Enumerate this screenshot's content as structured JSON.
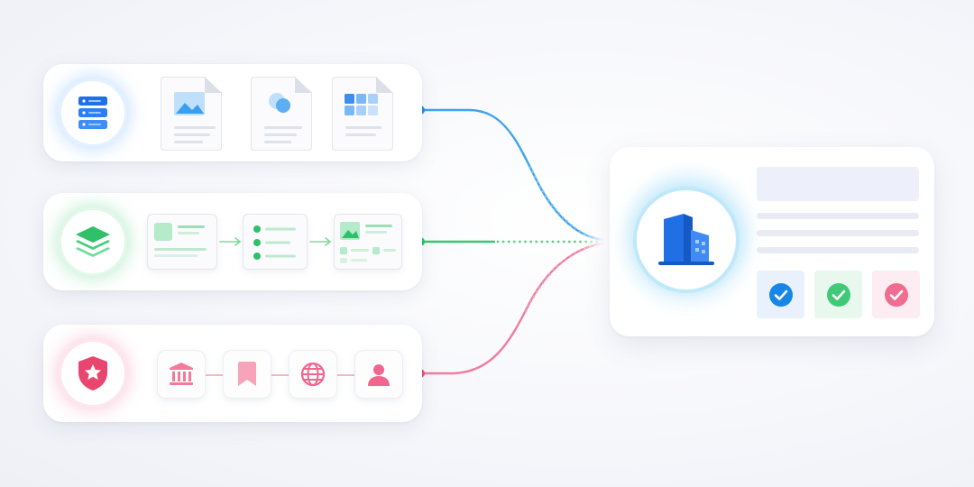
{
  "colors": {
    "blue": "#2b8be0",
    "green": "#27c46a",
    "pink": "#ea4f7a",
    "building": "#1f6fe5"
  },
  "sources": [
    {
      "id": "files",
      "icon": "database-server-icon",
      "items": [
        "image-file-icon",
        "shapes-file-icon",
        "grid-file-icon"
      ]
    },
    {
      "id": "pipeline",
      "icon": "stacked-layers-icon",
      "items": [
        "image-card-icon",
        "list-card-icon",
        "media-card-icon"
      ]
    },
    {
      "id": "identity",
      "icon": "shield-star-icon",
      "items": [
        "bank-icon",
        "bookmark-icon",
        "globe-icon",
        "user-icon"
      ]
    }
  ],
  "target": {
    "icon": "office-building-icon",
    "checks": [
      "blue-check-icon",
      "green-check-icon",
      "pink-check-icon"
    ]
  }
}
